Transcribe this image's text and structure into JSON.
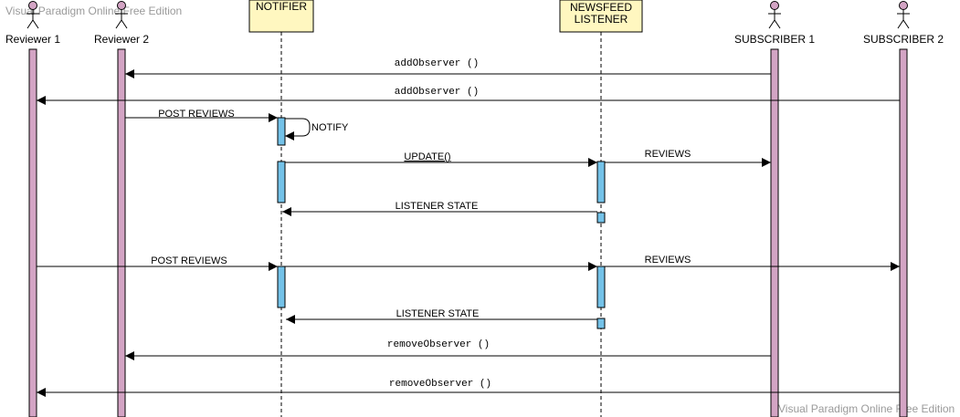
{
  "watermark_top": "Visual Paradigm Online Free Edition",
  "watermark_bottom": "Visual Paradigm Online Free Edition",
  "colors": {
    "actor_bar": "#d3a4c4",
    "activation": "#74c2e8",
    "object_box": "#fff7c0",
    "line": "#000000"
  },
  "participants": {
    "reviewer1": "Reviewer 1",
    "reviewer2": "Reviewer 2",
    "notifier": "NOTIFIER",
    "newsfeed_line1": "NEWSFEED",
    "newsfeed_line2": "LISTENER",
    "subscriber1": "SUBSCRIBER 1",
    "subscriber2": "SUBSCRIBER 2"
  },
  "messages": {
    "m1": "addObserver ()",
    "m2": "addObserver ()",
    "m3": "POST REVIEWS",
    "m4": "NOTIFY",
    "m5": "UPDATE()",
    "m6": "REVIEWS",
    "m7": "LISTENER STATE",
    "m8": "POST REVIEWS",
    "m9": "REVIEWS",
    "m10": "LISTENER STATE",
    "m11": "removeObserver ()",
    "m12": "removeObserver ()"
  }
}
